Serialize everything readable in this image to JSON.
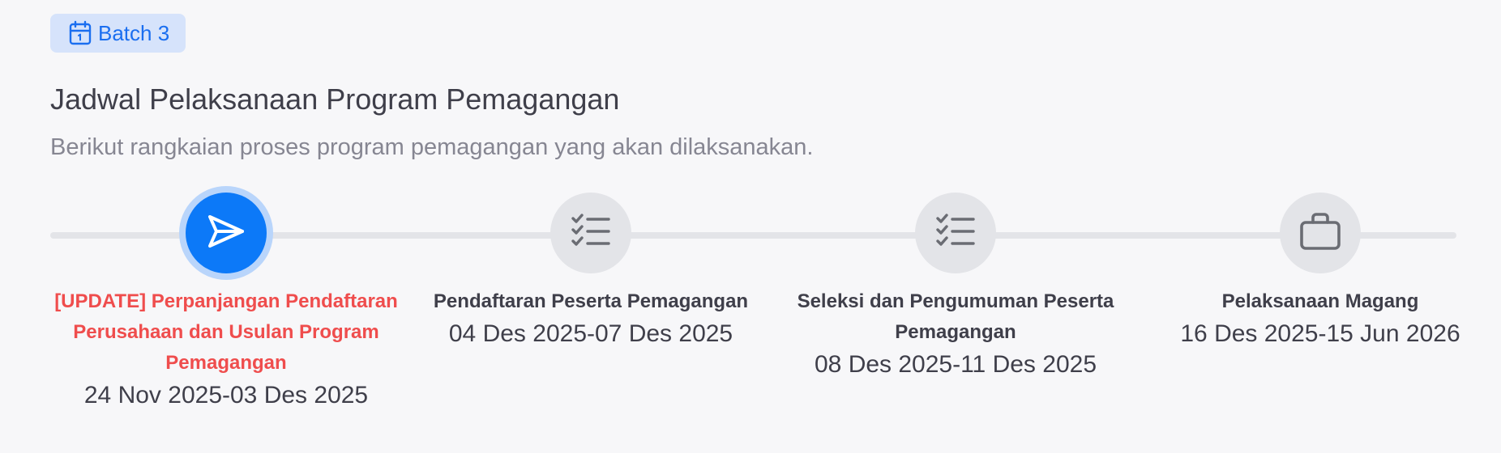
{
  "badge": {
    "label": "Batch 3",
    "icon": "calendar-icon"
  },
  "header": {
    "title": "Jadwal Pelaksanaan Program Pemagangan",
    "subtitle": "Berikut rangkaian proses program pemagangan yang akan dilaksanakan."
  },
  "colors": {
    "accent": "#0c79f8",
    "highlight": "#ef4d4d",
    "inactive": "#e3e4e8"
  },
  "steps": [
    {
      "name": "[UPDATE] Perpanjangan Pendaftaran Perusahaan dan Usulan Program Pemagangan",
      "date": "24 Nov 2025-03 Des 2025",
      "icon": "send-icon",
      "active": true
    },
    {
      "name": "Pendaftaran Peserta Pemagangan",
      "date": "04 Des 2025-07 Des 2025",
      "icon": "checklist-icon",
      "active": false
    },
    {
      "name": "Seleksi dan Pengumuman Peserta Pemagangan",
      "date": "08 Des 2025-11 Des 2025",
      "icon": "checklist-icon",
      "active": false
    },
    {
      "name": "Pelaksanaan Magang",
      "date": "16 Des 2025-15 Jun 2026",
      "icon": "briefcase-icon",
      "active": false
    }
  ]
}
